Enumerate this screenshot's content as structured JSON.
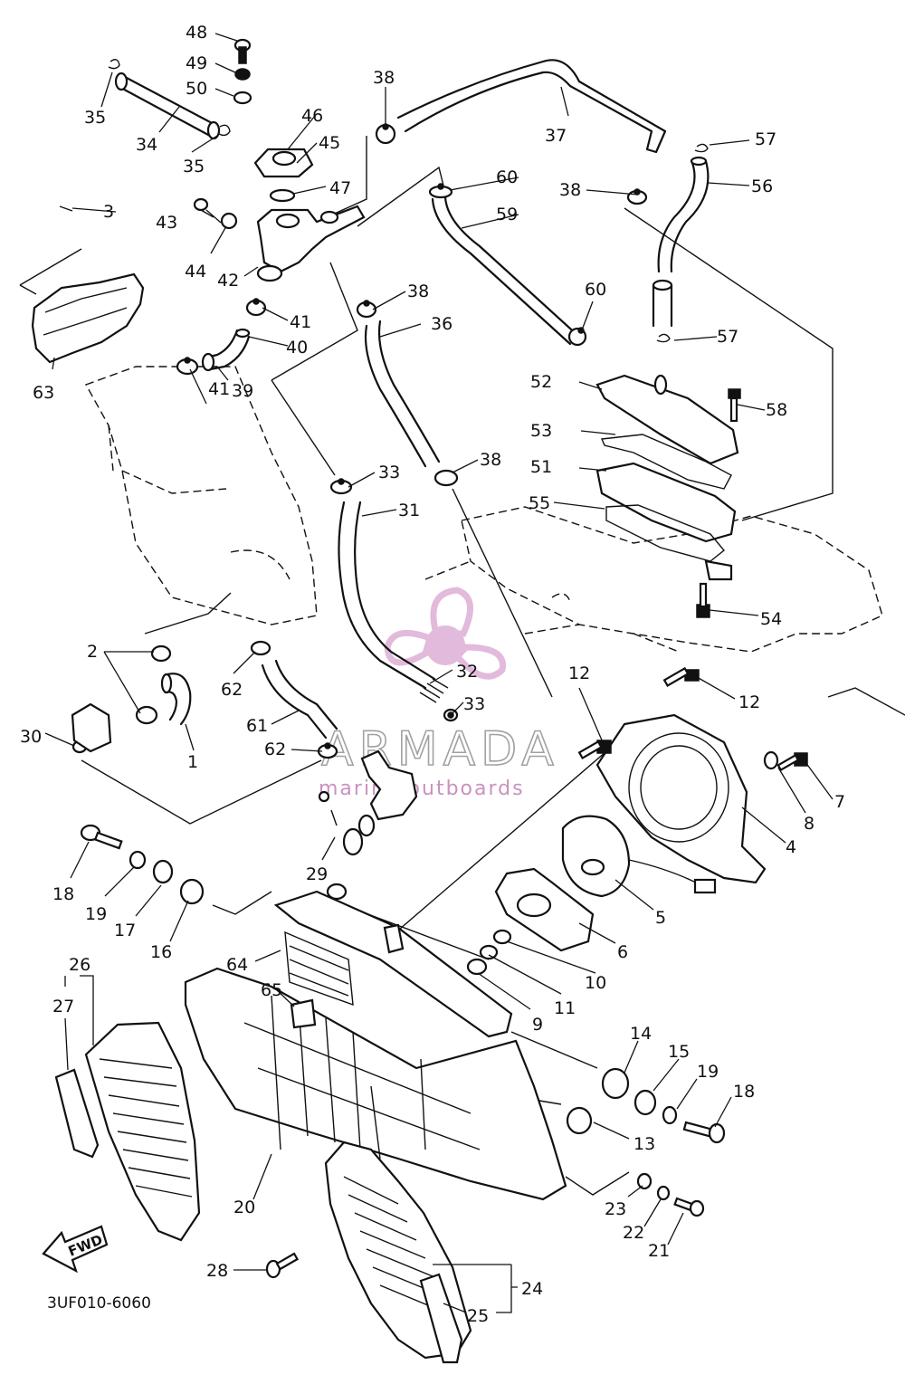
{
  "drawing": {
    "code": "3UF010-6060",
    "fwd_label": "FWD",
    "parts": [
      "1",
      "2",
      "3",
      "4",
      "5",
      "6",
      "7",
      "8",
      "9",
      "10",
      "11",
      "12",
      "13",
      "14",
      "15",
      "16",
      "17",
      "18",
      "19",
      "20",
      "21",
      "22",
      "23",
      "24",
      "25",
      "26",
      "27",
      "28",
      "29",
      "30",
      "31",
      "32",
      "33",
      "34",
      "35",
      "36",
      "37",
      "38",
      "39",
      "40",
      "41",
      "42",
      "43",
      "44",
      "45",
      "46",
      "47",
      "48",
      "49",
      "50",
      "51",
      "52",
      "53",
      "54",
      "55",
      "56",
      "57",
      "58",
      "59",
      "60",
      "61",
      "62",
      "63",
      "64",
      "65"
    ]
  },
  "labels": [
    {
      "text": "48"
    },
    {
      "text": "49"
    },
    {
      "text": "50"
    },
    {
      "text": "35"
    },
    {
      "text": "34"
    },
    {
      "text": "35"
    },
    {
      "text": "46"
    },
    {
      "text": "45"
    },
    {
      "text": "47"
    },
    {
      "text": "38"
    },
    {
      "text": "37"
    },
    {
      "text": "57"
    },
    {
      "text": "56"
    },
    {
      "text": "60"
    },
    {
      "text": "59"
    },
    {
      "text": "38"
    },
    {
      "text": "3"
    },
    {
      "text": "43"
    },
    {
      "text": "44"
    },
    {
      "text": "42"
    },
    {
      "text": "41"
    },
    {
      "text": "40"
    },
    {
      "text": "39"
    },
    {
      "text": "41"
    },
    {
      "text": "38"
    },
    {
      "text": "36"
    },
    {
      "text": "60"
    },
    {
      "text": "57"
    },
    {
      "text": "52"
    },
    {
      "text": "58"
    },
    {
      "text": "53"
    },
    {
      "text": "51"
    },
    {
      "text": "55"
    },
    {
      "text": "54"
    },
    {
      "text": "63"
    },
    {
      "text": "33"
    },
    {
      "text": "38"
    },
    {
      "text": "31"
    },
    {
      "text": "2"
    },
    {
      "text": "62"
    },
    {
      "text": "32"
    },
    {
      "text": "33"
    },
    {
      "text": "12"
    },
    {
      "text": "12"
    },
    {
      "text": "30"
    },
    {
      "text": "1"
    },
    {
      "text": "61"
    },
    {
      "text": "62"
    },
    {
      "text": "7"
    },
    {
      "text": "8"
    },
    {
      "text": "4"
    },
    {
      "text": "29"
    },
    {
      "text": "18"
    },
    {
      "text": "19"
    },
    {
      "text": "17"
    },
    {
      "text": "16"
    },
    {
      "text": "5"
    },
    {
      "text": "6"
    },
    {
      "text": "10"
    },
    {
      "text": "11"
    },
    {
      "text": "9"
    },
    {
      "text": "64"
    },
    {
      "text": "65"
    },
    {
      "text": "26"
    },
    {
      "text": "27"
    },
    {
      "text": "14"
    },
    {
      "text": "15"
    },
    {
      "text": "19"
    },
    {
      "text": "18"
    },
    {
      "text": "13"
    },
    {
      "text": "20"
    },
    {
      "text": "23"
    },
    {
      "text": "22"
    },
    {
      "text": "21"
    },
    {
      "text": "28"
    },
    {
      "text": "24"
    },
    {
      "text": "25"
    }
  ],
  "watermark": {
    "brand": "ARMADA",
    "sub": "marine outboards",
    "color": "#d9a3cf"
  }
}
